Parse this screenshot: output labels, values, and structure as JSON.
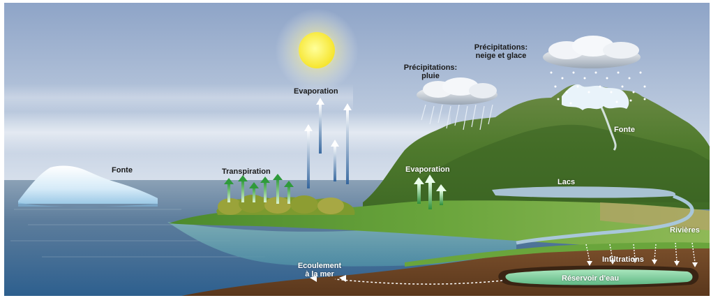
{
  "labels": {
    "precip_snow_line1": "Précipitations:",
    "precip_snow_line2": "neige et glace",
    "precip_rain_line1": "Précipitations:",
    "precip_rain_line2": "pluie",
    "evaporation_sea": "Evaporation",
    "evaporation_land": "Evaporation",
    "fonte_iceberg": "Fonte",
    "fonte_mountain": "Fonte",
    "transpiration": "Transpiration",
    "lacs": "Lacs",
    "rivieres": "Rivières",
    "infiltrations": "Infiltrations",
    "ecoulement_line1": "Ecoulement",
    "ecoulement_line2": "à la mer",
    "reservoir": "Réservoir d'eau"
  },
  "colors": {
    "sky_top": "#8aa3c8",
    "sky_horizon": "#e6ecf3",
    "sun": "#fff34a",
    "sea": "#3f6f9a",
    "grass": "#5f9c3a",
    "soil": "#6b4223",
    "aquifer": "#8fd3a8",
    "evap_arrow": "#ffffff",
    "transpiration_arrow": "#3fae4a"
  }
}
